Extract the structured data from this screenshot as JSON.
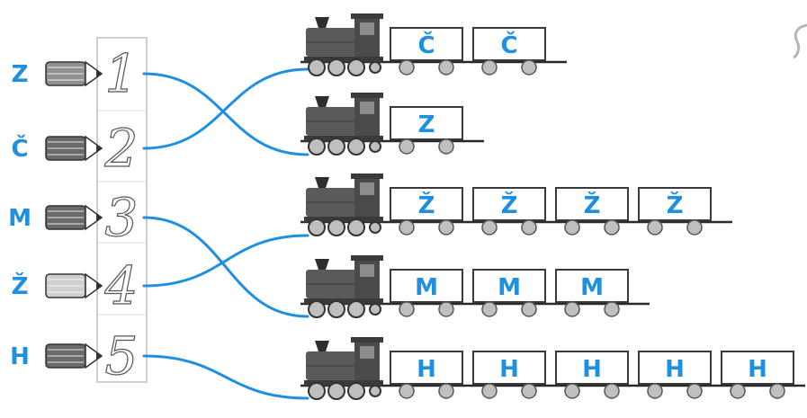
{
  "colors": {
    "accent": "#1f8fe0",
    "line": "#1f8fe0",
    "engine": "#5a5a5a",
    "pencil_dark": "#6a6a6a",
    "pencil_mid": "#909090",
    "pencil_light": "#cfcfcf",
    "wheel": "#bfbfbf"
  },
  "rows": [
    {
      "letter": "Z",
      "number": "1",
      "pencil_shade": "mid"
    },
    {
      "letter": "Č",
      "number": "2",
      "pencil_shade": "dark"
    },
    {
      "letter": "M",
      "number": "3",
      "pencil_shade": "dark"
    },
    {
      "letter": "Ž",
      "number": "4",
      "pencil_shade": "light"
    },
    {
      "letter": "H",
      "number": "5",
      "pencil_shade": "dark"
    }
  ],
  "trains": [
    {
      "wagons": [
        "Č",
        "Č"
      ]
    },
    {
      "wagons": [
        "Z"
      ]
    },
    {
      "wagons": [
        "Ž",
        "Ž",
        "Ž",
        "Ž"
      ]
    },
    {
      "wagons": [
        "M",
        "M",
        "M"
      ]
    },
    {
      "wagons": [
        "H",
        "H",
        "H",
        "H",
        "H"
      ]
    }
  ],
  "connections": [
    {
      "from_number": "1",
      "to_train": 2
    },
    {
      "from_number": "2",
      "to_train": 1
    },
    {
      "from_number": "3",
      "to_train": 4
    },
    {
      "from_number": "4",
      "to_train": 3
    },
    {
      "from_number": "5",
      "to_train": 5
    }
  ]
}
